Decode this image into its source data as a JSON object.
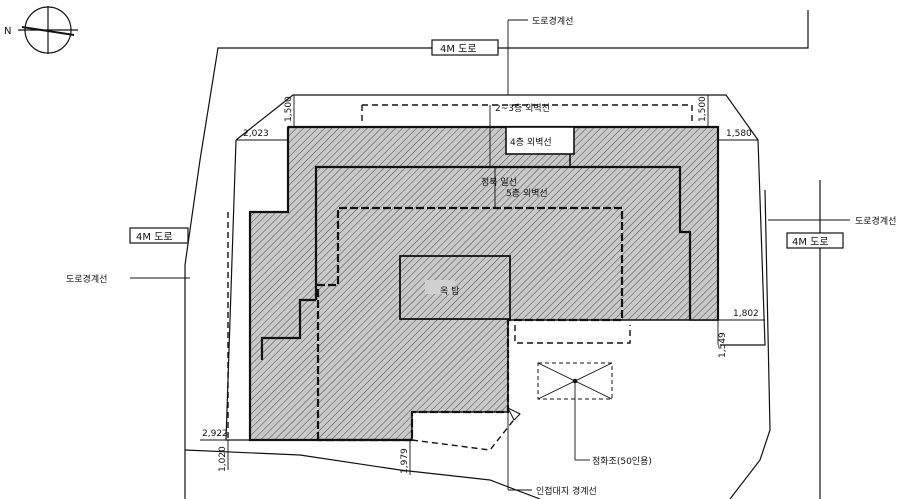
{
  "labels": {
    "road_boundary_top": "도로경계선",
    "road_boundary_left": "도로경계선",
    "road_boundary_right": "도로경계선",
    "road_top": "4M 도로",
    "road_left": "4M 도로",
    "road_right": "4M 도로",
    "outer_wall_2_3": "2~3층 외벽선",
    "outer_wall_4": "4층 외벽선",
    "setback_line": "정북 일선",
    "outer_wall_5": "5층 외벽선",
    "rooftop": "옥 탑",
    "septic_tank": "정화조(50인용)",
    "adjacent_boundary": "인접대지 경계선"
  },
  "dimensions": {
    "d_top_left": "1,500",
    "d_top_right": "1,500",
    "d_left_top": "2,023",
    "d_right_top": "1,580",
    "d_right_mid": "1,802",
    "d_right_vert": "1,549",
    "d_left_bottom": "2,922",
    "d_bottom_left": "1,020",
    "d_bottom_mid": "1,979"
  },
  "compass": {
    "north_letter": "N"
  }
}
